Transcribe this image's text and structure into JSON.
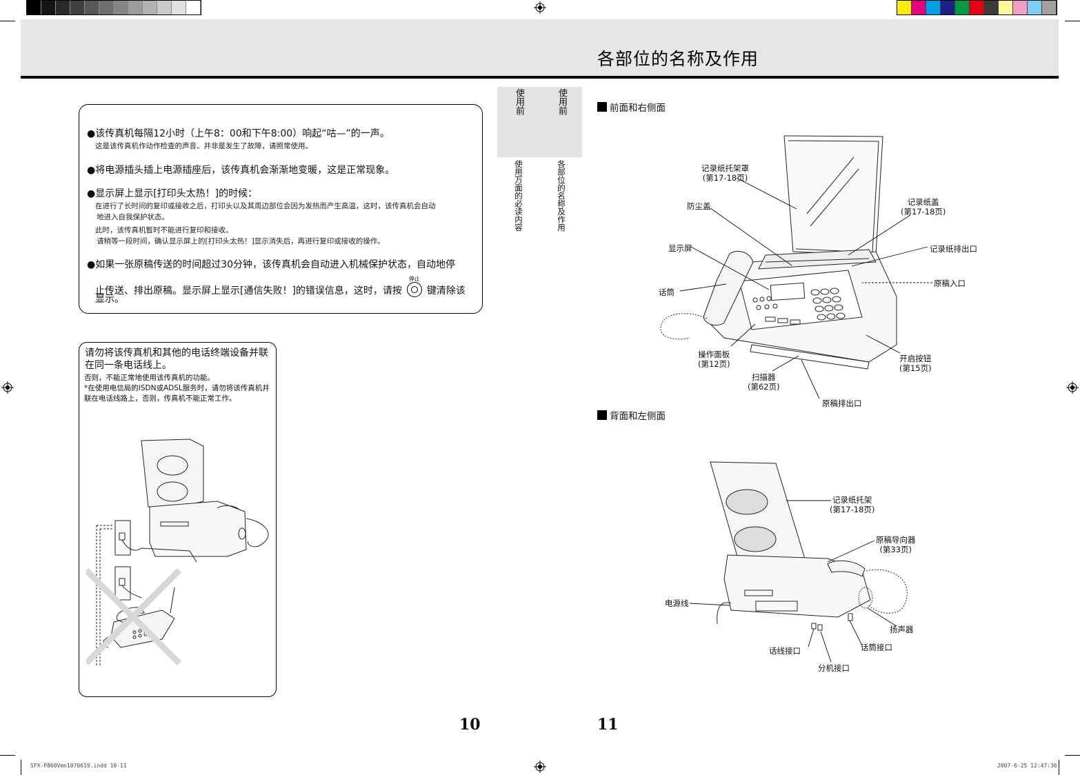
{
  "colors": {
    "gray_swatches": [
      "#000000",
      "#141414",
      "#2a2a2a",
      "#404040",
      "#575757",
      "#6e6e6e",
      "#858585",
      "#9c9c9c",
      "#b3b3b3",
      "#cacaca",
      "#e1e1e1",
      "#ffffff"
    ],
    "color_swatches": [
      "#ffec00",
      "#e4007f",
      "#00a0e9",
      "#1d2088",
      "#009944",
      "#e60012",
      "#3e3a39",
      "#fff799",
      "#f19ec2",
      "#7ecef4",
      "#a0a0a0"
    ],
    "header_band": "#e6e6e6"
  },
  "header": {
    "title": "各部位的名称及作用"
  },
  "notice": {
    "item1": "●该传真机每隔12小时（上午8：00和下午8:00）响起“咕—”的一声。",
    "item1_sub": "这是该传真机作动作检查的声音。并非是发生了故障，请照常使用。",
    "item2": "●将电源插头插上电源插座后，该传真机会渐渐地变暖，这是正常现象。",
    "item3": "●显示屏上显示[打印头太热！]的时候：",
    "item3_sub1": "在进行了长时间的复印或接收之后，打印头以及其周边部位会因为发热而产生高温，这时，该传真机会自动",
    "item3_sub2": "地进入自我保护状态。",
    "item3_sub3": "此时，该传真机暂时不能进行复印和接收。",
    "item3_sub4": "请稍等一段时间，确认显示屏上的[打印头太热！]显示消失后，再进行复印或接收的操作。",
    "item4_l1": "●如果一张原稿传送的时间超过30分钟，该传真机会自动进入机械保护状态，自动地停",
    "item4_l2a": "止传送、排出原稿。显示屏上显示[通信失败！]的错误信息，这时，请按",
    "stop_key_label": "停止",
    "item4_l2b": "键清除该",
    "item4_l3": "显示。"
  },
  "warning": {
    "title": "请勿将该传真机和其他的电话终端设备并联在同一条电话线上。",
    "sub1": "否则，不能正常地使用该传真机的功能。",
    "sub2": "*在使用电信局的ISDN或ADSL服务时，请勿将该传真机并联在电话线路上，否则，传真机不能正常工作。"
  },
  "tabs": {
    "tab1_top": "使用前",
    "tab2_top": "使用前",
    "tab1_bottom": "使用万面的必读内容",
    "tab2_bottom": "各部位的名称及作用"
  },
  "front": {
    "heading": "前面和右侧面",
    "labels": {
      "paper_holder_cover": "记录纸托架罩",
      "paper_holder_cover_ref": "(第17-18页)",
      "dust_cover": "防尘盖",
      "display": "显示屏",
      "handset": "话筒",
      "paper_cover": "记录纸盖",
      "paper_cover_ref": "(第17-18页)",
      "paper_exit": "记录纸排出口",
      "doc_entrance": "原稿入口",
      "panel": "操作面板",
      "panel_ref": "(第12页)",
      "scanner": "扫描器",
      "scanner_ref": "(第62页)",
      "open_button": "开启按钮",
      "open_button_ref": "(第15页)",
      "doc_exit": "原稿排出口"
    }
  },
  "back": {
    "heading": "背面和左侧面",
    "labels": {
      "paper_holder": "记录纸托架",
      "paper_holder_ref": "(第17-18页)",
      "doc_guide": "原稿导向器",
      "doc_guide_ref": "(第33页)",
      "power_cord": "电源线",
      "speaker": "扬声器",
      "line_jack": "话线接口",
      "handset_jack": "话筒接口",
      "ext_jack": "分机接口"
    }
  },
  "pages": {
    "left": "10",
    "right": "11"
  },
  "footer": {
    "file": "SFX-P860Vmn1070619.indd   10-11",
    "stamp": "2007-6-25   12:47:36"
  }
}
